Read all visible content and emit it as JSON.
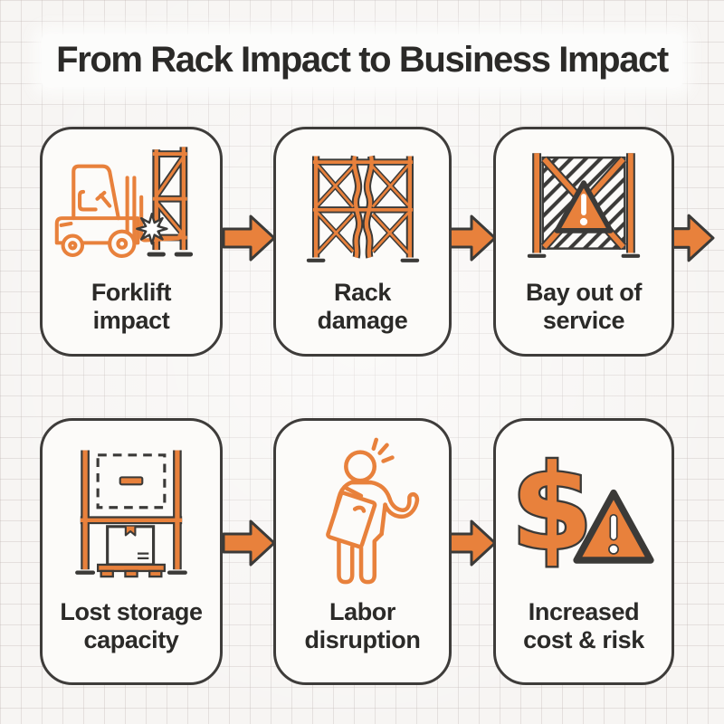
{
  "page_title": "From Rack Impact to Business Impact",
  "style": {
    "accent_orange": "#E8813C",
    "outline_dark": "#3B3A38",
    "text_dark": "#2B2A28",
    "card_background": "#FCFBF9",
    "page_background": "#F7F5F3",
    "grid_line": "#E2DDDB"
  },
  "cards": [
    {
      "id": "forklift-impact",
      "label": "Forklift\nimpact",
      "icon": "forklift-hitting-rack-icon"
    },
    {
      "id": "rack-damage",
      "label": "Rack\ndamage",
      "icon": "bent-rack-frame-icon"
    },
    {
      "id": "bay-out-of-service",
      "label": "Bay out of\nservice",
      "icon": "barricaded-bay-warning-icon"
    },
    {
      "id": "lost-storage-capacity",
      "label": "Lost storage\ncapacity",
      "icon": "empty-rack-slot-pallet-icon"
    },
    {
      "id": "labor-disruption",
      "label": "Labor\ndisruption",
      "icon": "worker-with-clipboard-icon"
    },
    {
      "id": "increased-cost-risk",
      "label": "Increased\ncost & risk",
      "icon": "dollar-warning-triangle-icon"
    }
  ],
  "flow": {
    "arrow_count": 5,
    "direction": "left-to-right"
  }
}
